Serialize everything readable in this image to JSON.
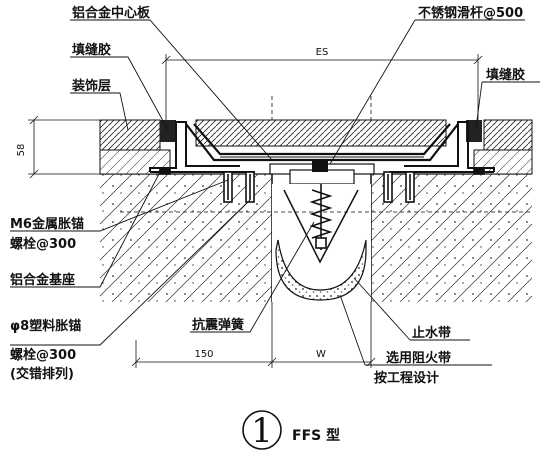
{
  "labels": {
    "center_plate": "铝合金中心板",
    "stainless_rod": "不锈钢滑杆@500",
    "sealant_left": "填缝胶",
    "sealant_right": "填缝胶",
    "decor_layer": "装饰层",
    "m6_anchor_line1": "M6金属胀锚",
    "m6_anchor_line2": "螺栓@300",
    "alu_base": "铝合金基座",
    "plastic_anchor_line1": "φ8塑料胀锚",
    "plastic_anchor_line2": "螺栓@300",
    "plastic_anchor_line3": "(交错排列)",
    "seismic_spring": "抗震弹簧",
    "waterstop": "止水带",
    "fire_barrier_line1": "选用阻火带",
    "fire_barrier_line2": "按工程设计"
  },
  "dimensions": {
    "es": "ES",
    "height": "58",
    "width_150": "150",
    "w": "W"
  },
  "caption": {
    "number": "1",
    "text": "FFS 型"
  }
}
